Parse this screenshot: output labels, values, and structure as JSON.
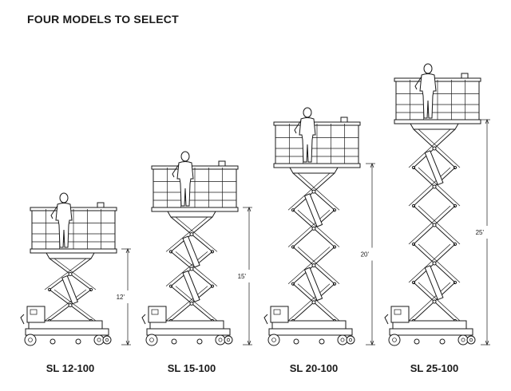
{
  "heading": "FOUR MODELS TO SELECT",
  "models": [
    {
      "name": "SL 12-100",
      "height_label": "12'",
      "height_ft": 12,
      "cross_sections": 2
    },
    {
      "name": "SL 15-100",
      "height_label": "15'",
      "height_ft": 15,
      "cross_sections": 3
    },
    {
      "name": "SL 20-100",
      "height_label": "20'",
      "height_ft": 20,
      "cross_sections": 4
    },
    {
      "name": "SL 25-100",
      "height_label": "25'",
      "height_ft": 25,
      "cross_sections": 5
    }
  ]
}
